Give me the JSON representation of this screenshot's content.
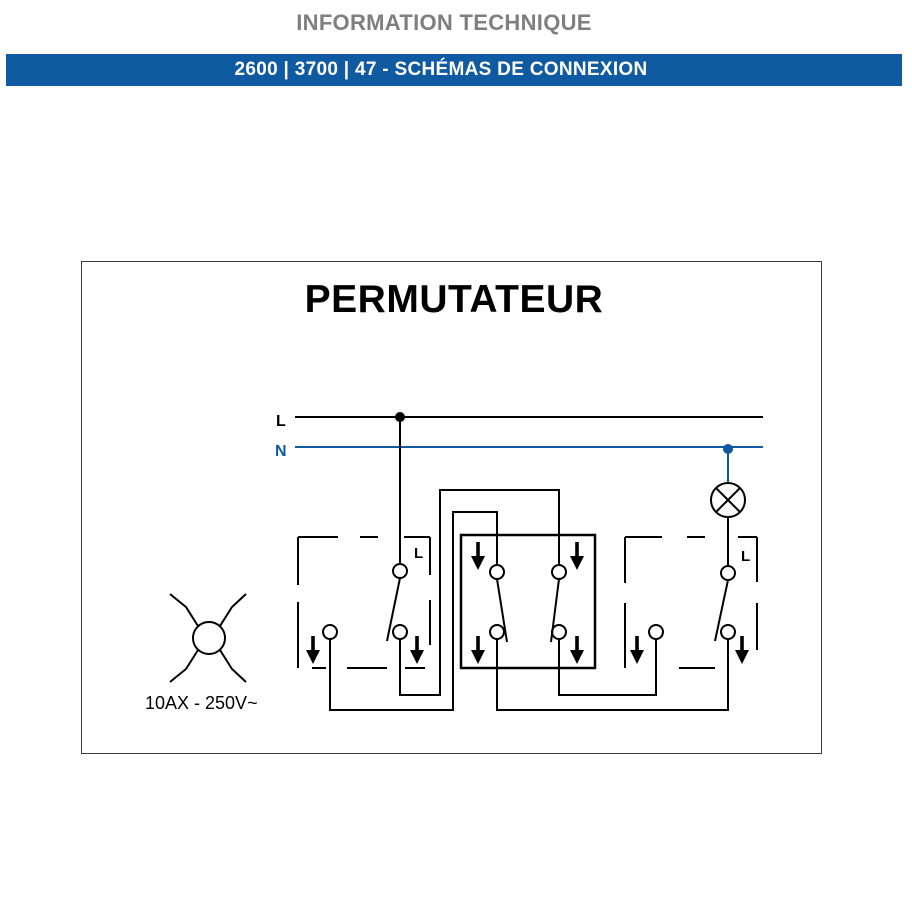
{
  "header": {
    "title": "INFORMATION TECHNIQUE",
    "subtitle": "2600 | 3700 | 47 - SCHÉMAS DE CONNEXION"
  },
  "diagram": {
    "title": "PERMUTATEUR",
    "line_label": "L",
    "neutral_label": "N",
    "left_switch_terminal_label": "L",
    "right_switch_terminal_label": "L",
    "rating": "10AX - 250V~",
    "colors": {
      "header_bar": "#0f5aa1",
      "header_title": "#7f7f7f",
      "neutral_wire": "#0f5aa1",
      "neutral_label": "#0f5aa1",
      "wire": "#000000"
    },
    "icons": [
      "lamp-icon",
      "light-fixture-icon",
      "arrow-down-icon"
    ]
  }
}
